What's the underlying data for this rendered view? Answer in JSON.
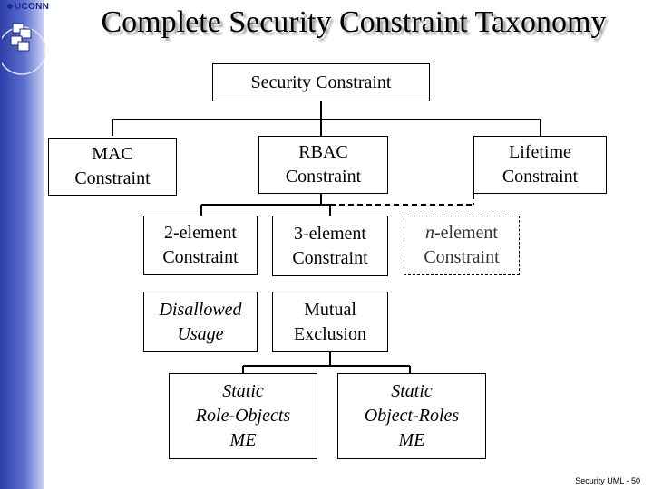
{
  "logo": {
    "text": "UCONN"
  },
  "title": "Complete Security Constraint Taxonomy",
  "nodes": {
    "root": "Security Constraint",
    "mac": "MAC\nConstraint",
    "rbac": "RBAC\nConstraint",
    "lifetime": "Lifetime\nConstraint",
    "two_element": "2-element\nConstraint",
    "three_element": "3-element\nConstraint",
    "n_element_prefix": "n",
    "n_element_rest": "-element\nConstraint",
    "disallowed_usage": "Disallowed\nUsage",
    "mutual_exclusion": "Mutual\nExclusion",
    "static_role_objects": "Static\nRole-Objects\nME",
    "static_object_roles": "Static\nObject-Roles\nME"
  },
  "footer": "Security UML - 50"
}
